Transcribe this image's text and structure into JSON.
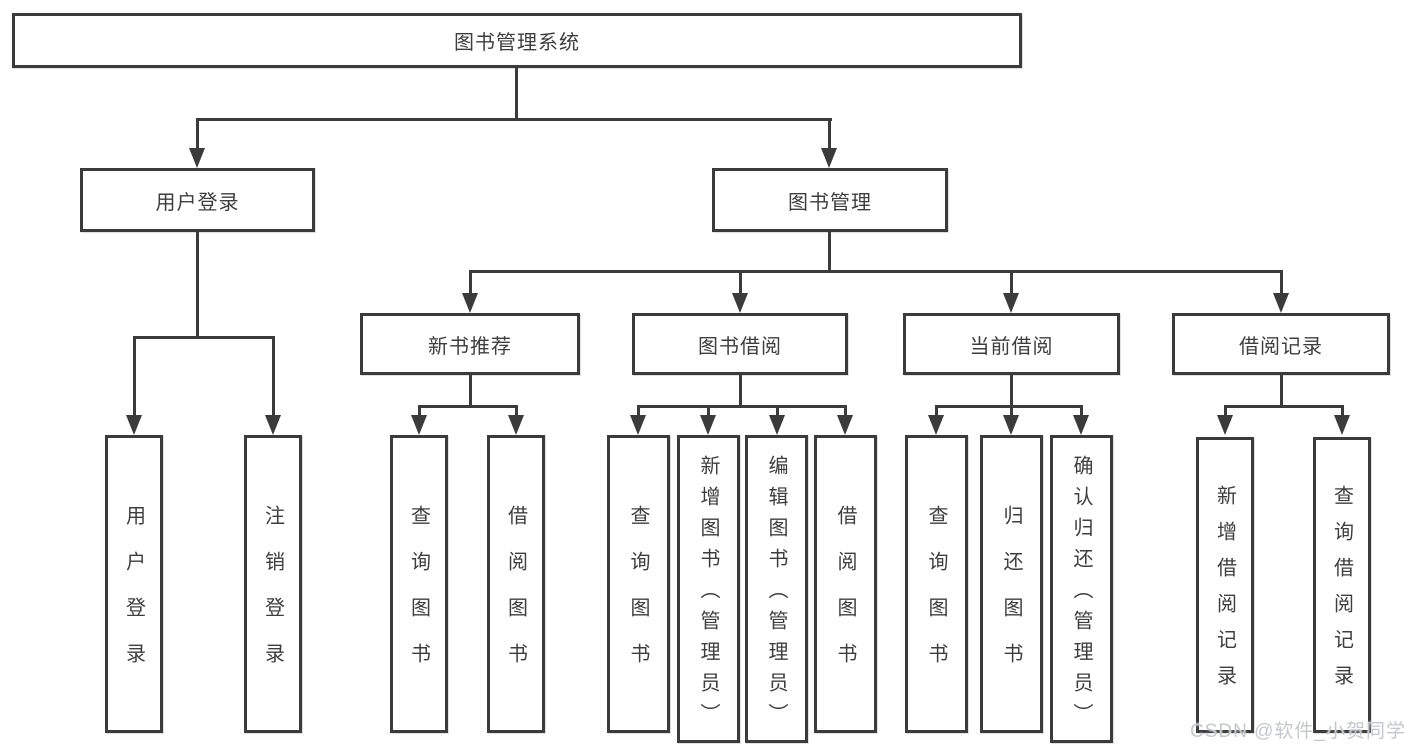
{
  "colors": {
    "line": "#3b3b3b",
    "text": "#3e3e3e",
    "watermark": "#c4c7cc",
    "background": "#ffffff"
  },
  "nodes": {
    "root": "图书管理系统",
    "user_login": "用户登录",
    "book_management": "图书管理",
    "new_book_recommend": "新书推荐",
    "book_borrowing": "图书借阅",
    "current_borrowing": "当前借阅",
    "borrowing_records": "借阅记录"
  },
  "leaves": {
    "user_login": "用户登录",
    "logout": "注销登录",
    "recommend_query_books": "查询图书",
    "recommend_borrow_books": "借阅图书",
    "borrowing_query_books": "查询图书",
    "borrowing_add_books": "新增图书（管理员）",
    "borrowing_edit_books": "编辑图书（管理员）",
    "borrowing_borrow_books": "借阅图书",
    "current_query_books": "查询图书",
    "current_return_books": "归还图书",
    "current_confirm_return": "确认归还（管理员）",
    "records_add_record": "新增借阅记录",
    "records_query_record": "查询借阅记录"
  },
  "watermark": "CSDN @软件_小贺同学"
}
